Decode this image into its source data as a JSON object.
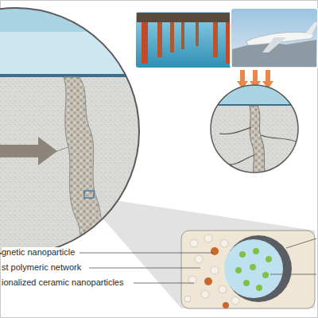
{
  "diagram": {
    "labels": [
      "gnetic nanoparticle",
      "st polymeric network",
      "ionalized ceramic nanoparticles"
    ]
  }
}
